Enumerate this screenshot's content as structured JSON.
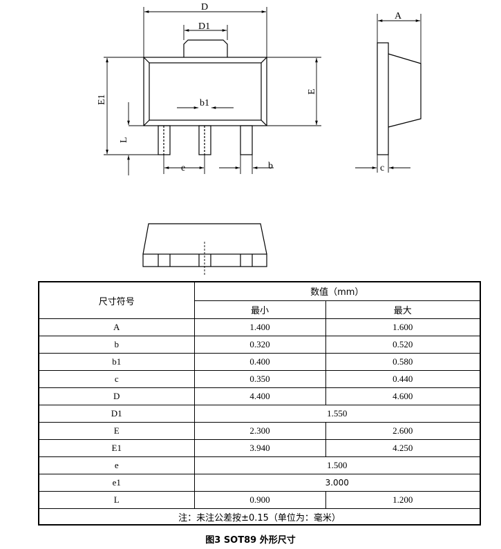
{
  "labels": {
    "D": "D",
    "D1": "D1",
    "E1": "E1",
    "E": "E",
    "b1": "b1",
    "L": "L",
    "e": "e",
    "b": "b",
    "A": "A",
    "c": "c"
  },
  "table": {
    "header_symbol": "尺寸符号",
    "header_value": "数值（mm）",
    "header_min": "最小",
    "header_max": "最大",
    "rows": [
      {
        "sym": "A",
        "min": "1.400",
        "max": "1.600"
      },
      {
        "sym": "b",
        "min": "0.320",
        "max": "0.520"
      },
      {
        "sym": "b1",
        "min": "0.400",
        "max": "0.580"
      },
      {
        "sym": "c",
        "min": "0.350",
        "max": "0.440"
      },
      {
        "sym": "D",
        "min": "4.400",
        "max": "4.600"
      },
      {
        "sym": "D1",
        "val": "1.550"
      },
      {
        "sym": "E",
        "min": "2.300",
        "max": "2.600"
      },
      {
        "sym": "E1",
        "min": "3.940",
        "max": "4.250"
      },
      {
        "sym": "e",
        "val": "1.500"
      },
      {
        "sym": "e1",
        "val": "3.000"
      },
      {
        "sym": "L",
        "min": "0.900",
        "max": "1.200"
      }
    ],
    "note": "注：未注公差按±0.15（单位为：毫米）"
  },
  "caption": "图3   SOT89 外形尺寸"
}
